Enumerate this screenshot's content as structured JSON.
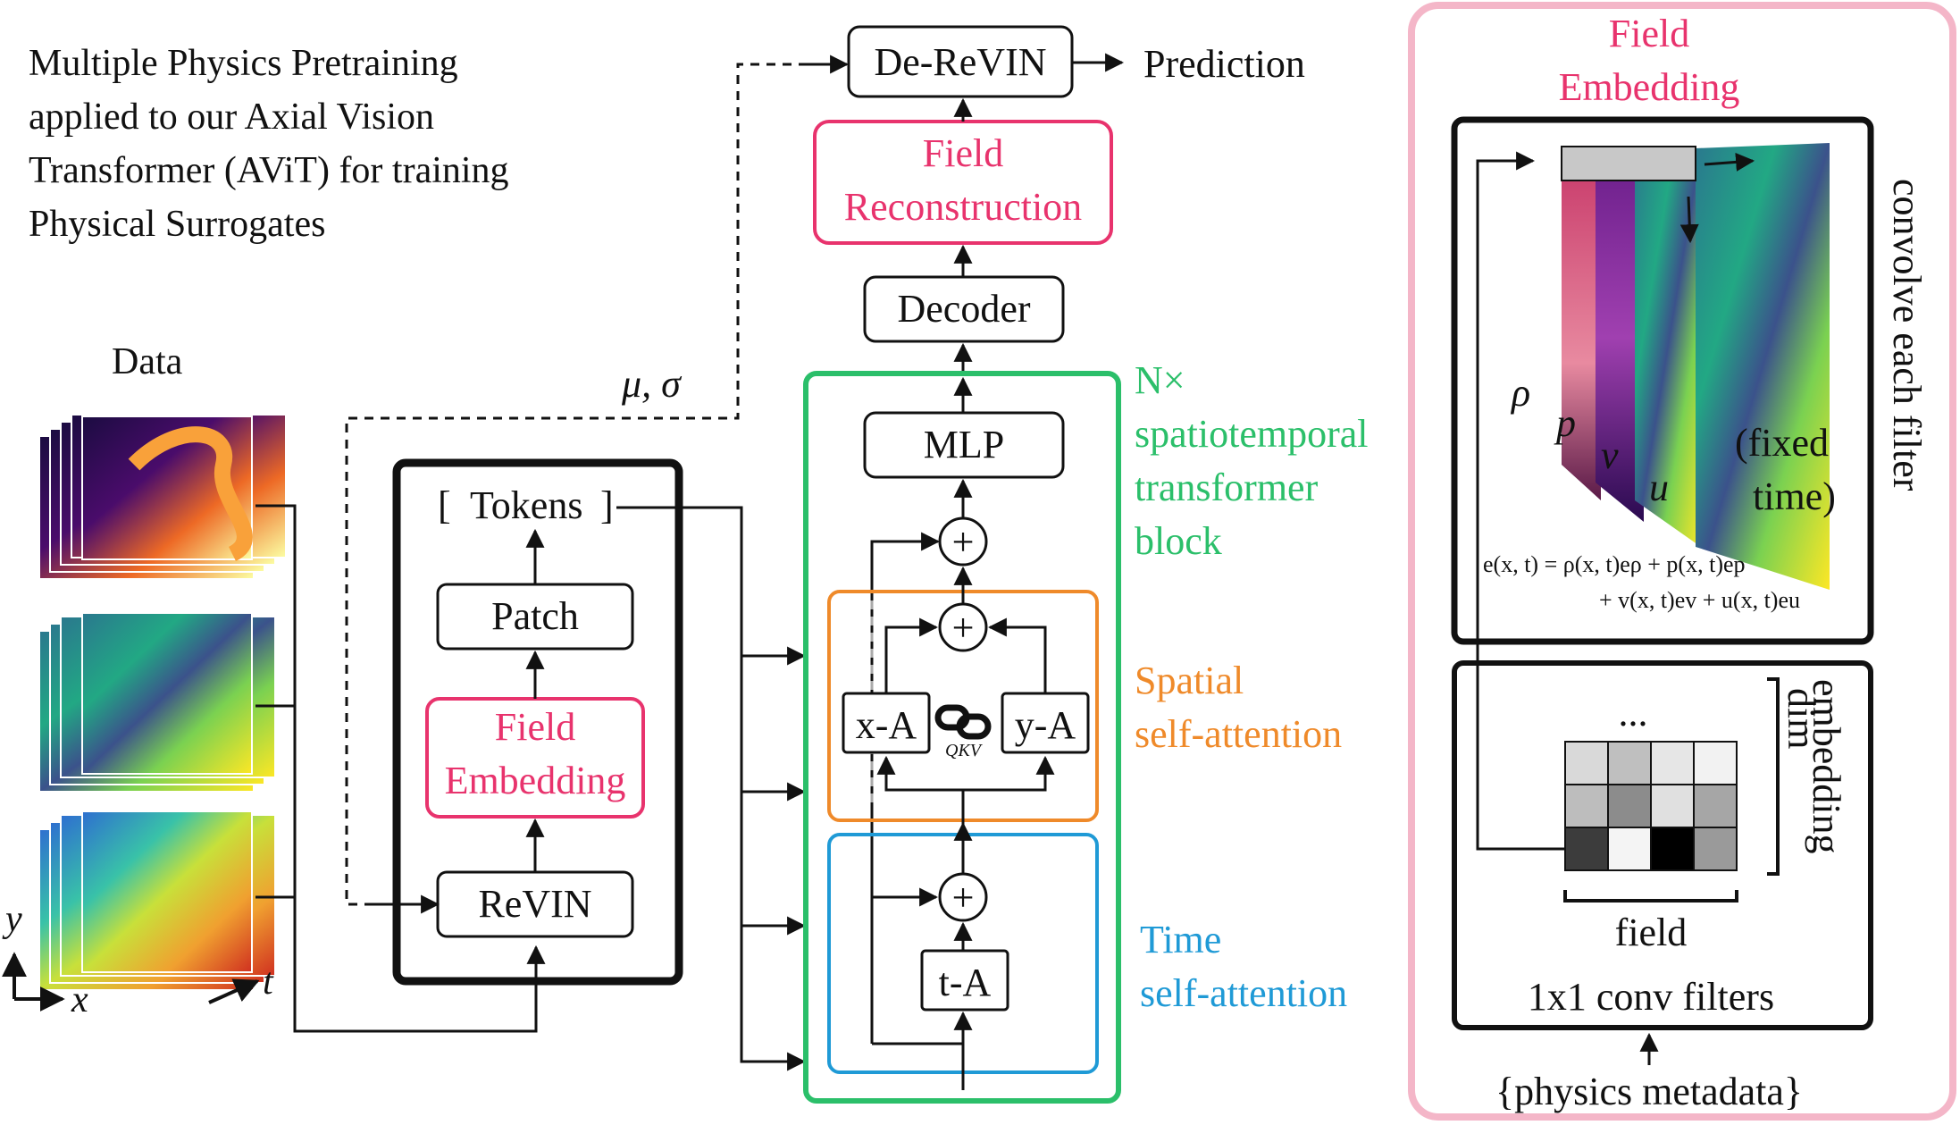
{
  "title_lines": [
    "Multiple Physics Pretraining",
    "applied to our Axial Vision",
    "Transformer (AViT) for training",
    "Physical Surrogates"
  ],
  "data_label": "Data",
  "axis_labels": {
    "y": "y",
    "x": "x",
    "t": "t"
  },
  "mu_sigma": "μ, σ",
  "left_stack": {
    "tokens": "Tokens",
    "patch": "Patch",
    "field_embedding": [
      "Field",
      "Embedding"
    ],
    "revin": "ReVIN"
  },
  "center_stack": {
    "derevin": "De-ReVIN",
    "prediction": "Prediction",
    "field_reconstruction": [
      "Field",
      "Reconstruction"
    ],
    "decoder": "Decoder",
    "mlp": "MLP",
    "plus": "+",
    "x_attn": "x-A",
    "y_attn": "y-A",
    "qkv": "QKV",
    "t_attn": "t-A"
  },
  "block_label": [
    "N×",
    "spatiotemporal",
    "transformer",
    "block"
  ],
  "spatial_label": [
    "Spatial",
    "self-attention"
  ],
  "time_label": [
    "Time",
    "self-attention"
  ],
  "right_panel": {
    "title": [
      "Field",
      "Embedding"
    ],
    "fields": [
      "ρ",
      "p",
      "v",
      "u"
    ],
    "fixed_time": [
      "(fixed",
      "time)"
    ],
    "convolve": "convolve each filter",
    "equation_line1": "e(x, t) = ρ(x, t)eρ + p(x, t)ep",
    "equation_line2": "+ v(x, t)ev + u(x, t)eu",
    "dots": "...",
    "embedding_dim": [
      "embedding",
      "dim"
    ],
    "field": "field",
    "conv_filters": "1x1 conv filters",
    "physics_metadata": "{physics metadata}"
  },
  "colors": {
    "pink": "#e8336d",
    "green": "#2bbf6a",
    "orange": "#ef8a2a",
    "blue": "#1f9ad6",
    "panel_border": "#f4b6c8"
  }
}
